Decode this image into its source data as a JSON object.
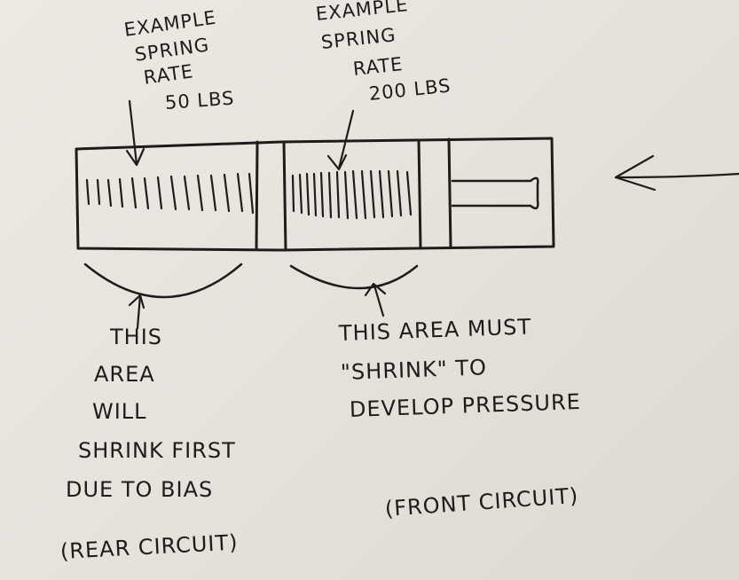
{
  "labels": {
    "left_spring_label": [
      "EXAMPLE",
      "SPRING",
      "RATE"
    ],
    "left_spring_rate": "50 LBS",
    "right_spring_label": [
      "EXAMPLE",
      "SPRING",
      "RATE"
    ],
    "right_spring_rate": "200 LBS",
    "left_area_note": [
      "THIS",
      "AREA",
      "WILL",
      "SHRINK FIRST",
      "DUE TO BIAS"
    ],
    "left_circuit": "(REAR CIRCUIT)",
    "right_area_note": [
      "THIS AREA MUST",
      "\"SHRINK\" TO",
      "DEVELOP PRESSURE"
    ],
    "right_circuit": "(FRONT CIRCUIT)"
  },
  "colors": {
    "ink": "#1e1c1a",
    "paper": "#e8e5df"
  }
}
